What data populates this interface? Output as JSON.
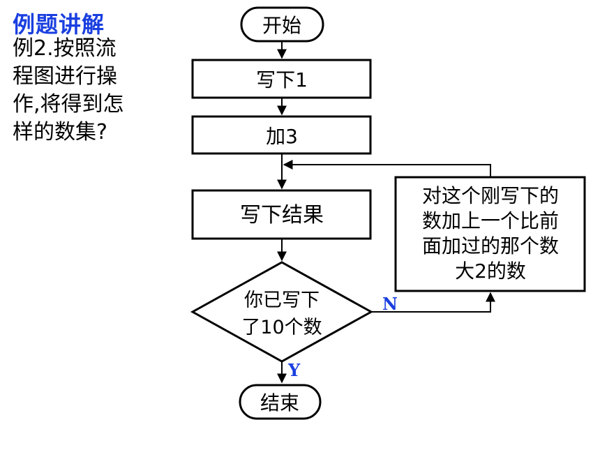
{
  "heading": "例题讲解",
  "question": {
    "lines": [
      "例2.按照流",
      "程图进行操",
      "作,将得到怎",
      "样的数集?"
    ]
  },
  "flowchart": {
    "start": "开始",
    "step1": "写下1",
    "step2": "加3",
    "step3": "写下结果",
    "decision_line1": "你已写下",
    "decision_line2": "了10个数",
    "loop_box_lines": [
      "对这个刚写下的",
      "数加上一个比前",
      "面加过的那个数",
      "大2的数"
    ],
    "no_label": "N",
    "yes_label": "Y",
    "end": "结束"
  },
  "colors": {
    "heading": "#1a3fe0",
    "branch_labels": "#1a3fe0",
    "lines": "#000000"
  }
}
